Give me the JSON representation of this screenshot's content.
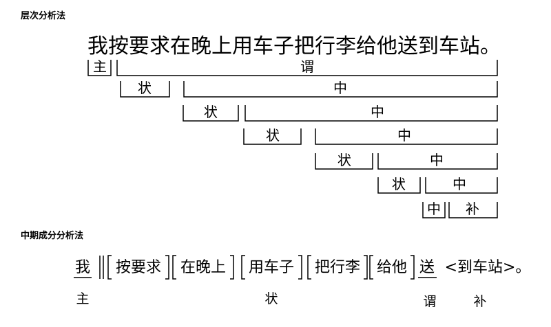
{
  "section1": {
    "title": "层次分析法"
  },
  "sentence": "我按要求在晚上用车子把行李给他送到车站。",
  "layers": [
    {
      "brackets": [
        {
          "label": "主"
        },
        {
          "label": "谓"
        }
      ]
    },
    {
      "brackets": [
        {
          "label": "状"
        },
        {
          "label": "中"
        }
      ]
    },
    {
      "brackets": [
        {
          "label": "状"
        },
        {
          "label": "中"
        }
      ]
    },
    {
      "brackets": [
        {
          "label": "状"
        },
        {
          "label": "中"
        }
      ]
    },
    {
      "brackets": [
        {
          "label": "状"
        },
        {
          "label": "中"
        }
      ]
    },
    {
      "brackets": [
        {
          "label": "状"
        },
        {
          "label": "中"
        }
      ]
    },
    {
      "brackets": [
        {
          "label": "中"
        },
        {
          "label": "补"
        }
      ]
    }
  ],
  "section2": {
    "title": "中期成分分析法"
  },
  "analysis": {
    "subject": "我",
    "adverbials": [
      "按要求",
      "在晚上",
      "用车子",
      "把行李",
      "给他"
    ],
    "predicate": "送",
    "complement": "<到车站>。",
    "tags": {
      "subject": "主",
      "adverbial": "状",
      "predicate": "谓",
      "complement": "补"
    }
  }
}
